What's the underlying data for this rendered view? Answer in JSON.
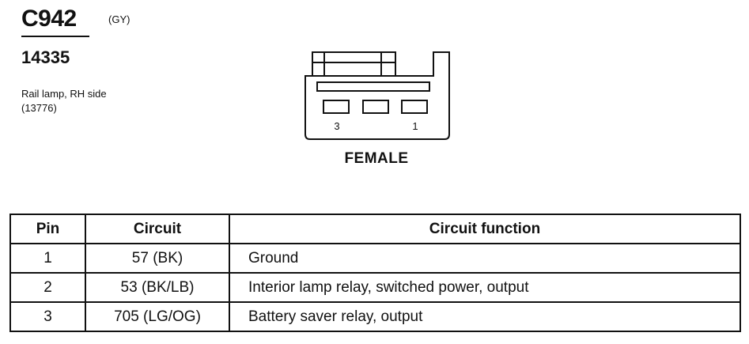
{
  "header": {
    "connector_id": "C942",
    "color_code": "(GY)",
    "part_number": "14335",
    "description_lines": [
      "Rail lamp, RH side",
      "(13776)"
    ]
  },
  "connector": {
    "gender": "FEMALE",
    "pin_labels": [
      "3",
      "1"
    ]
  },
  "table": {
    "headers": [
      "Pin",
      "Circuit",
      "Circuit function"
    ],
    "rows": [
      {
        "pin": "1",
        "circuit": "57 (BK)",
        "function": "Ground"
      },
      {
        "pin": "2",
        "circuit": "53 (BK/LB)",
        "function": "Interior lamp relay, switched power, output"
      },
      {
        "pin": "3",
        "circuit": "705 (LG/OG)",
        "function": "Battery saver relay, output"
      }
    ]
  }
}
